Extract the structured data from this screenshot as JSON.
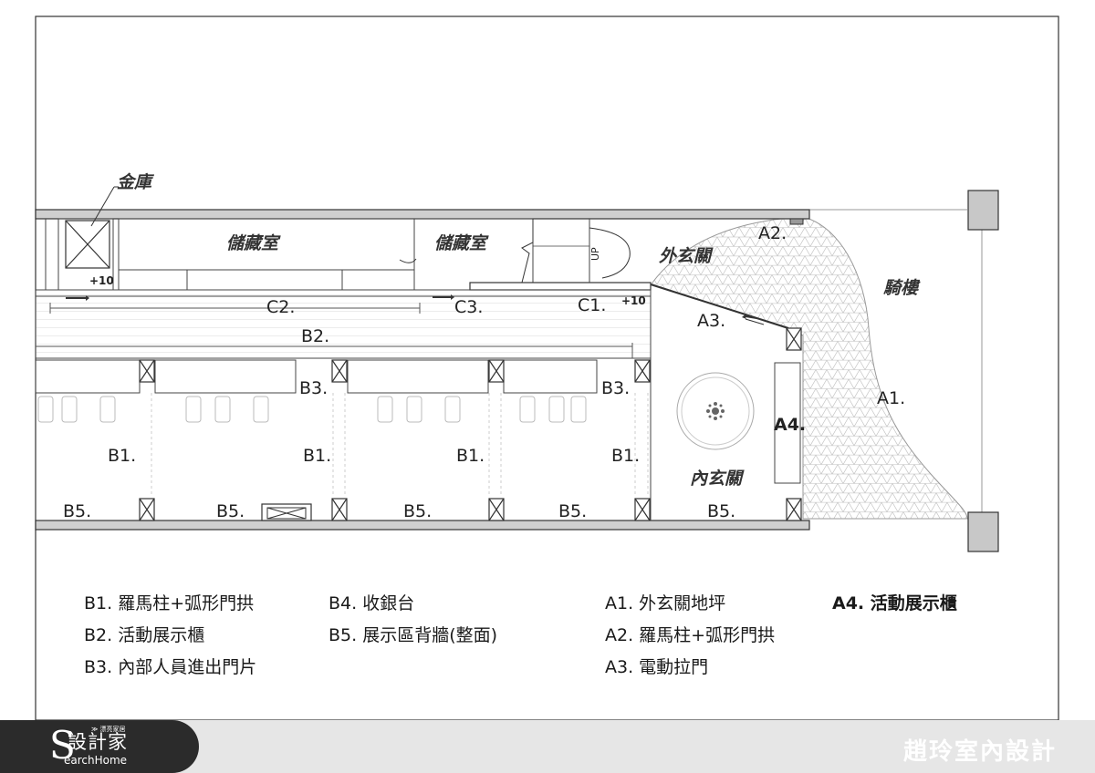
{
  "plan": {
    "rooms": {
      "safe": "金庫",
      "storage_1": "儲藏室",
      "storage_2": "儲藏室",
      "outer_foyer": "外玄關",
      "inner_foyer": "內玄關",
      "arcade": "騎樓"
    },
    "marks": {
      "plus10_a": "+10",
      "plus10_b": "+10",
      "up": "UP",
      "c1": "C1.",
      "c2": "C2.",
      "c3": "C3.",
      "a1": "A1.",
      "a2": "A2.",
      "a3": "A3.",
      "a4": "A4.",
      "b2": "B2.",
      "b3_left": "B3.",
      "b3_right": "B3.",
      "b1": [
        "B1.",
        "B1.",
        "B1.",
        "B1."
      ],
      "b5": [
        "B5.",
        "B5.",
        "B5.",
        "B5.",
        "B5."
      ]
    }
  },
  "legend": {
    "col1": [
      "B1.  羅馬柱+弧形門拱",
      "B2.  活動展示櫃",
      "B3.  內部人員進出門片"
    ],
    "col2": [
      "B4.  收銀台",
      "B5.  展示區背牆(整面)"
    ],
    "col3": [
      "A1.  外玄關地坪",
      "A2.  羅馬柱+弧形門拱",
      "A3.  電動拉門"
    ],
    "col4": [
      "A4. 活動展示櫃"
    ]
  },
  "footer": {
    "logo_main": "設計家",
    "logo_sub": "≫ 漂亮家居",
    "logo_en": "earchHome",
    "logo_s": "S",
    "studio": "趙玲室內設計"
  }
}
